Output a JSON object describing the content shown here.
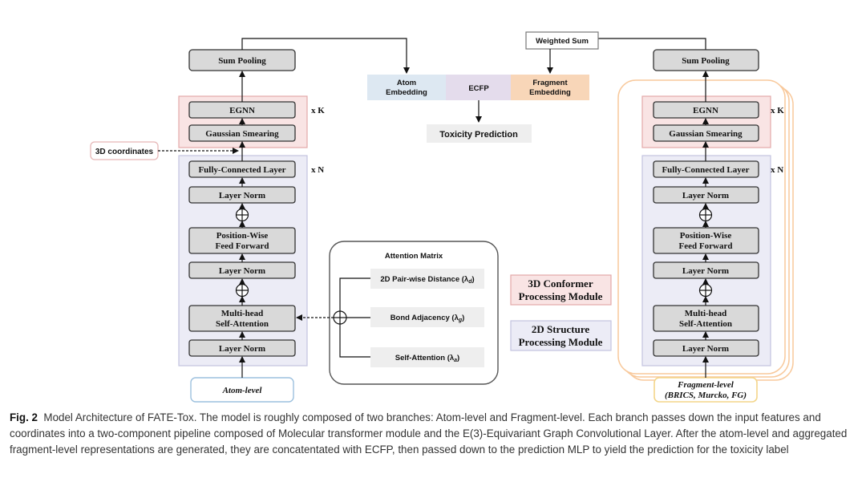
{
  "left_branch": {
    "sum_pooling": "Sum Pooling",
    "egnn": "EGNN",
    "gaussian": "Gaussian Smearing",
    "repeat_k": "x K",
    "fc": "Fully-Connected Layer",
    "repeat_n": "x N",
    "layer_norm_top": "Layer Norm",
    "ffn_line1": "Position-Wise",
    "ffn_line2": "Feed Forward",
    "layer_norm_mid": "Layer Norm",
    "mha_line1": "Multi-head",
    "mha_line2": "Self-Attention",
    "layer_norm_bot": "Layer Norm",
    "input": "Atom-level"
  },
  "right_branch": {
    "sum_pooling": "Sum Pooling",
    "egnn": "EGNN",
    "gaussian": "Gaussian Smearing",
    "repeat_k": "x K",
    "fc": "Fully-Connected Layer",
    "repeat_n": "x N",
    "layer_norm_top": "Layer Norm",
    "ffn_line1": "Position-Wise",
    "ffn_line2": "Feed Forward",
    "layer_norm_mid": "Layer Norm",
    "mha_line1": "Multi-head",
    "mha_line2": "Self-Attention",
    "layer_norm_bot": "Layer Norm",
    "input_line1": "Fragment-level",
    "input_line2": "(BRICS, Murcko, FG)"
  },
  "coords_label": "3D coordinates",
  "weighted_sum": "Weighted Sum",
  "concat": {
    "atom_line1": "Atom",
    "atom_line2": "Embedding",
    "ecfp": "ECFP",
    "frag_line1": "Fragment",
    "frag_line2": "Embedding"
  },
  "toxicity": "Toxicity Prediction",
  "attention": {
    "title": "Attention Matrix",
    "distance": "2D Pair-wise Distance (λ",
    "distance_sub": "d",
    "bond": "Bond Adjacency (λ",
    "bond_sub": "g",
    "self": "Self-Attention (λ",
    "self_sub": "a",
    "close": ")"
  },
  "legend": {
    "conformer_line1": "3D Conformer",
    "conformer_line2": "Processing Module",
    "structure_line1": "2D Structure",
    "structure_line2": "Processing Module"
  },
  "colors": {
    "pink_module": "#f9e4e4",
    "lavender_module": "#ececf6",
    "atom_embedding": "#dde8f2",
    "ecfp": "#e4dcec",
    "fragment_embedding": "#f8d6b8",
    "fragment_stack_outline": "#f8c99c"
  },
  "caption": {
    "label": "Fig. 2",
    "text": "Model Architecture of FATE-Tox. The model is roughly composed of two branches: Atom-level and Fragment-level. Each branch passes down the input features and coordinates into a two-component pipeline composed of Molecular transformer module and the E(3)-Equivariant Graph Convolutional Layer. After the atom-level and aggregated fragment-level representations are generated, they are concatentated with ECFP, then passed down to the prediction MLP to yield the prediction for the toxicity label"
  }
}
